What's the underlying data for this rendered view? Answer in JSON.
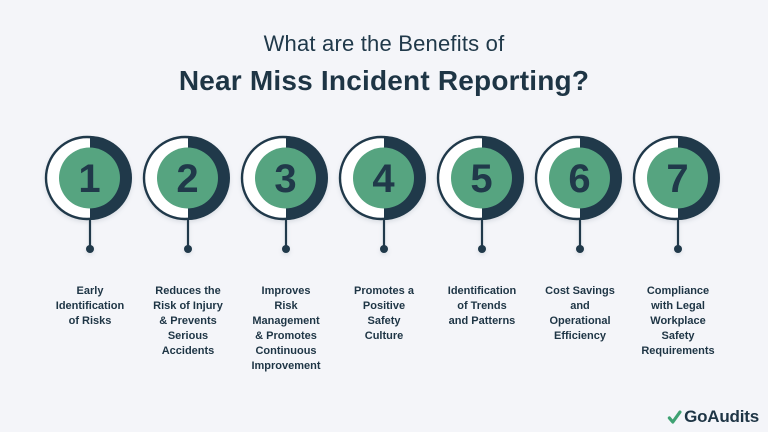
{
  "header": {
    "title_line1": "What are the Benefits of",
    "title_line2": "Near Miss Incident Reporting?"
  },
  "benefits": [
    {
      "number": "1",
      "label": "Early\nIdentification\nof Risks"
    },
    {
      "number": "2",
      "label": "Reduces the\nRisk of Injury\n& Prevents\nSerious\nAccidents"
    },
    {
      "number": "3",
      "label": "Improves\nRisk\nManagement\n& Promotes\nContinuous\nImprovement"
    },
    {
      "number": "4",
      "label": "Promotes a\nPositive\nSafety\nCulture"
    },
    {
      "number": "5",
      "label": "Identification\nof Trends\nand Patterns"
    },
    {
      "number": "6",
      "label": "Cost Savings\nand\nOperational\nEfficiency"
    },
    {
      "number": "7",
      "label": "Compliance\nwith Legal\nWorkplace\nSafety\nRequirements"
    }
  ],
  "footer": {
    "logo_text": "GoAudits"
  },
  "colors": {
    "background": "#f4f5f9",
    "navy": "#20394a",
    "green": "#56a480",
    "logo_check_green": "#3fa273",
    "ring_fill": "#ffffff"
  }
}
